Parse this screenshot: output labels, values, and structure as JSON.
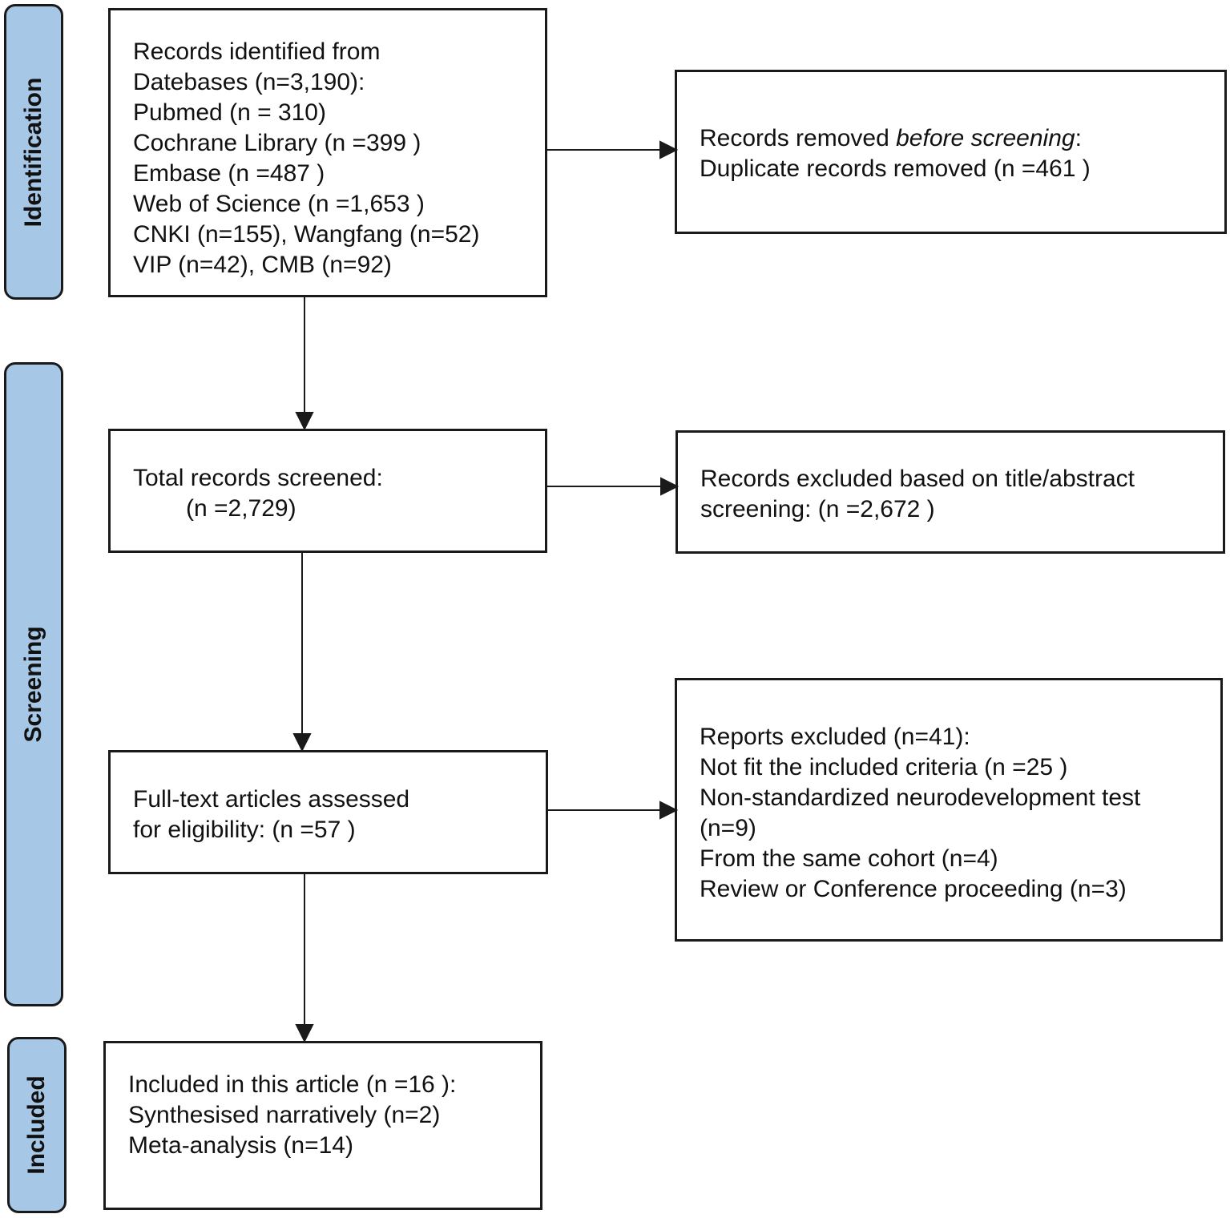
{
  "stages": {
    "identification": "Identification",
    "screening": "Screening",
    "included": "Included"
  },
  "boxes": {
    "identified": {
      "lines": [
        "Records identified from",
        "Datebases (n=3,190):",
        "Pubmed  (n = 310)",
        "Cochrane Library  (n =399 )",
        "Embase  (n =487 )",
        "Web of Science  (n =1,653 )",
        "CNKI (n=155), Wangfang (n=52)",
        "VIP (n=42), CMB (n=92)"
      ]
    },
    "removed": {
      "line1_prefix": "Records removed ",
      "line1_italic": "before screening",
      "line1_suffix": ":",
      "line2": "Duplicate records removed (n =461 )"
    },
    "screened": {
      "lines": [
        "Total records screened:",
        "(n =2,729)"
      ]
    },
    "excluded_title": {
      "lines": [
        "Records excluded based on title/abstract",
        "screening: (n =2,672 )"
      ]
    },
    "fulltext": {
      "lines": [
        "Full-text articles assessed",
        "for eligibility: (n =57 )"
      ]
    },
    "reports_excluded": {
      "lines": [
        "Reports excluded (n=41):",
        "Not fit the included criteria (n =25 )",
        "Non-standardized neurodevelopment test",
        "(n=9)",
        "From the same cohort (n=4)",
        "Review or Conference proceeding (n=3)"
      ]
    },
    "included": {
      "lines": [
        "Included in this article (n =16 ):",
        "Synthesised narratively (n=2)",
        "Meta-analysis (n=14)"
      ]
    }
  }
}
